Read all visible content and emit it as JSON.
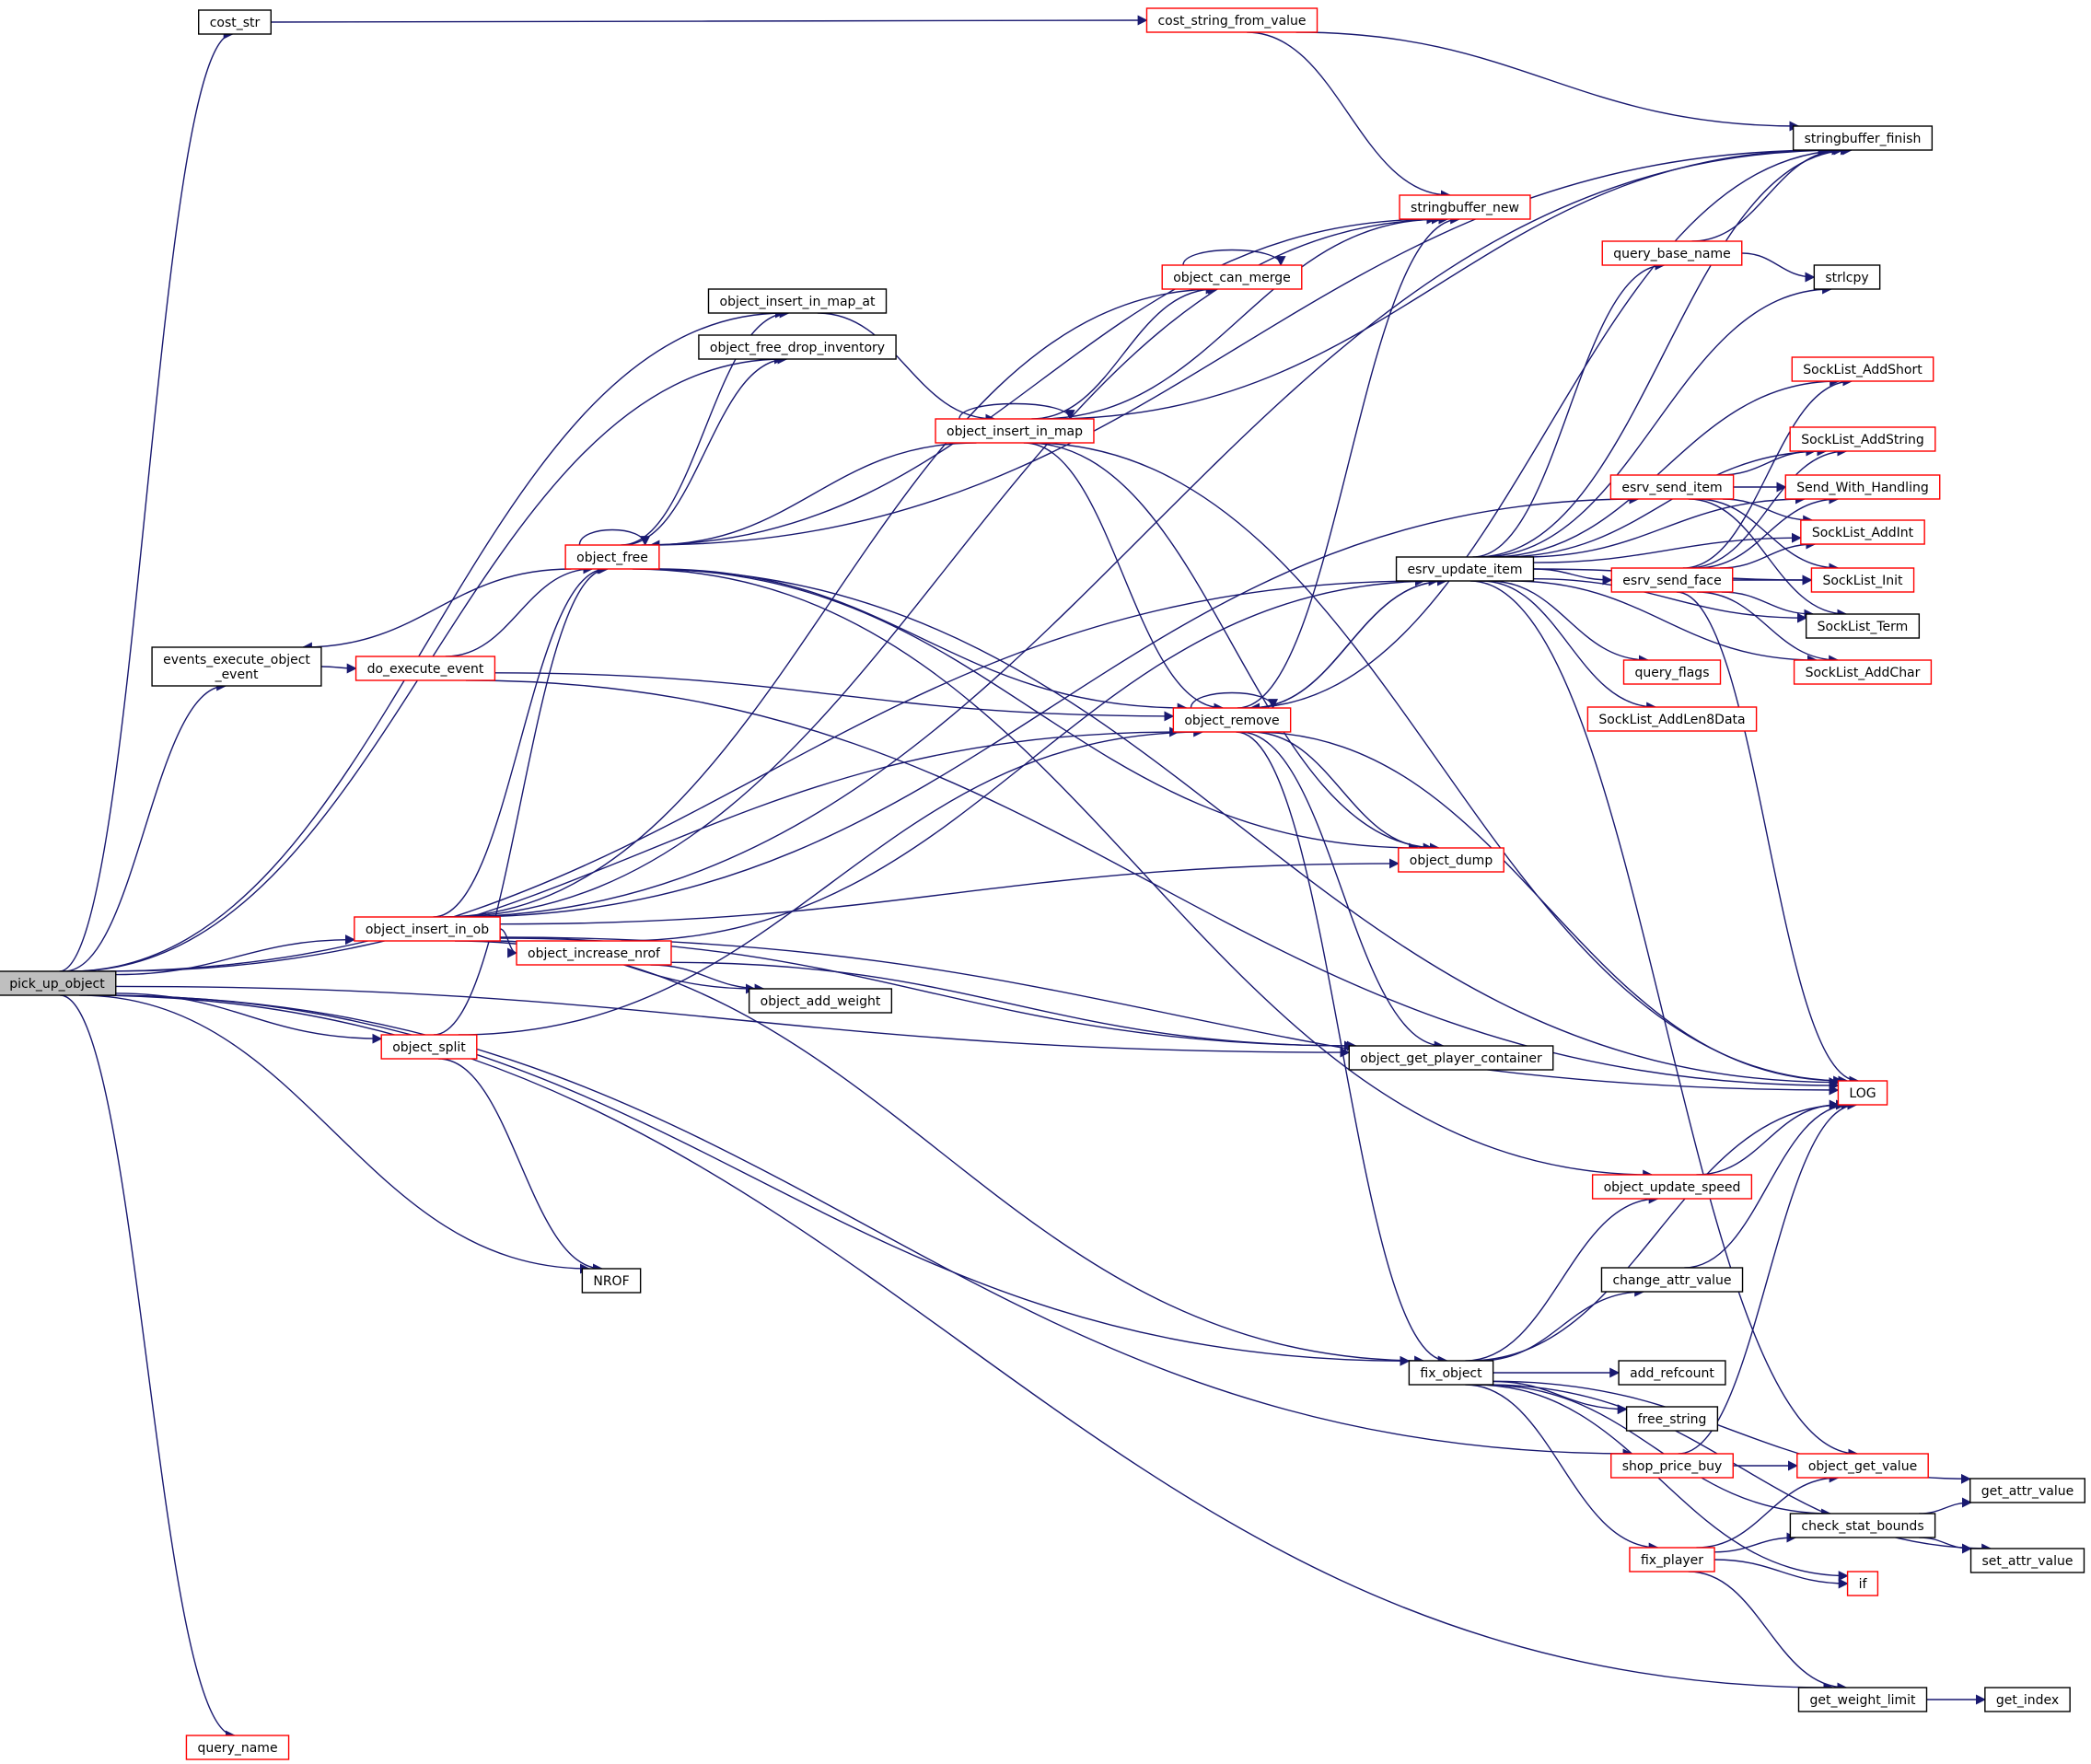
{
  "graph": {
    "root": "pick_up_object",
    "nodes": [
      {
        "id": "pick_up_object",
        "label": "pick_up_object",
        "style": "root"
      },
      {
        "id": "cost_str",
        "label": "cost_str",
        "style": "black"
      },
      {
        "id": "cost_string_from_value",
        "label": "cost_string_from_value",
        "style": "red"
      },
      {
        "id": "stringbuffer_finish",
        "label": "stringbuffer_finish",
        "style": "black"
      },
      {
        "id": "stringbuffer_new",
        "label": "stringbuffer_new",
        "style": "red"
      },
      {
        "id": "events_execute_object_event",
        "label": [
          "events_execute_object",
          "_event"
        ],
        "style": "black"
      },
      {
        "id": "do_execute_event",
        "label": "do_execute_event",
        "style": "red"
      },
      {
        "id": "object_free",
        "label": "object_free",
        "style": "red"
      },
      {
        "id": "object_insert_in_map_at",
        "label": "object_insert_in_map_at",
        "style": "black"
      },
      {
        "id": "object_free_drop_inventory",
        "label": "object_free_drop_inventory",
        "style": "black"
      },
      {
        "id": "object_can_merge",
        "label": "object_can_merge",
        "style": "red"
      },
      {
        "id": "object_insert_in_map",
        "label": "object_insert_in_map",
        "style": "red"
      },
      {
        "id": "object_remove",
        "label": "object_remove",
        "style": "red"
      },
      {
        "id": "object_dump",
        "label": "object_dump",
        "style": "red"
      },
      {
        "id": "object_insert_in_ob",
        "label": "object_insert_in_ob",
        "style": "red"
      },
      {
        "id": "object_increase_nrof",
        "label": "object_increase_nrof",
        "style": "red"
      },
      {
        "id": "object_add_weight",
        "label": "object_add_weight",
        "style": "black"
      },
      {
        "id": "object_split",
        "label": "object_split",
        "style": "red"
      },
      {
        "id": "object_get_player_container",
        "label": "object_get_player_container",
        "style": "black"
      },
      {
        "id": "NROF",
        "label": "NROF",
        "style": "black"
      },
      {
        "id": "esrv_update_item",
        "label": "esrv_update_item",
        "style": "black"
      },
      {
        "id": "query_base_name",
        "label": "query_base_name",
        "style": "red"
      },
      {
        "id": "strlcpy",
        "label": "strlcpy",
        "style": "black"
      },
      {
        "id": "SockList_AddShort",
        "label": "SockList_AddShort",
        "style": "red"
      },
      {
        "id": "SockList_AddString",
        "label": "SockList_AddString",
        "style": "red"
      },
      {
        "id": "esrv_send_item",
        "label": "esrv_send_item",
        "style": "red"
      },
      {
        "id": "Send_With_Handling",
        "label": "Send_With_Handling",
        "style": "red"
      },
      {
        "id": "SockList_AddInt",
        "label": "SockList_AddInt",
        "style": "red"
      },
      {
        "id": "esrv_send_face",
        "label": "esrv_send_face",
        "style": "red"
      },
      {
        "id": "SockList_Init",
        "label": "SockList_Init",
        "style": "red"
      },
      {
        "id": "SockList_Term",
        "label": "SockList_Term",
        "style": "black"
      },
      {
        "id": "SockList_AddChar",
        "label": "SockList_AddChar",
        "style": "red"
      },
      {
        "id": "query_flags",
        "label": "query_flags",
        "style": "red"
      },
      {
        "id": "SockList_AddLen8Data",
        "label": "SockList_AddLen8Data",
        "style": "red"
      },
      {
        "id": "LOG",
        "label": "LOG",
        "style": "red"
      },
      {
        "id": "object_update_speed",
        "label": "object_update_speed",
        "style": "red"
      },
      {
        "id": "change_attr_value",
        "label": "change_attr_value",
        "style": "black"
      },
      {
        "id": "fix_object",
        "label": "fix_object",
        "style": "black"
      },
      {
        "id": "add_refcount",
        "label": "add_refcount",
        "style": "black"
      },
      {
        "id": "free_string",
        "label": "free_string",
        "style": "black"
      },
      {
        "id": "shop_price_buy",
        "label": "shop_price_buy",
        "style": "red"
      },
      {
        "id": "object_get_value",
        "label": "object_get_value",
        "style": "red"
      },
      {
        "id": "get_attr_value",
        "label": "get_attr_value",
        "style": "black"
      },
      {
        "id": "check_stat_bounds",
        "label": "check_stat_bounds",
        "style": "black"
      },
      {
        "id": "set_attr_value",
        "label": "set_attr_value",
        "style": "black"
      },
      {
        "id": "fix_player",
        "label": "fix_player",
        "style": "red"
      },
      {
        "id": "if",
        "label": "if",
        "style": "red"
      },
      {
        "id": "get_weight_limit",
        "label": "get_weight_limit",
        "style": "black"
      },
      {
        "id": "get_index",
        "label": "get_index",
        "style": "black"
      },
      {
        "id": "query_name",
        "label": "query_name",
        "style": "red"
      }
    ],
    "edges": [
      [
        "pick_up_object",
        "cost_str"
      ],
      [
        "pick_up_object",
        "esrv_update_item"
      ],
      [
        "pick_up_object",
        "object_insert_in_map_at"
      ],
      [
        "pick_up_object",
        "object_free_drop_inventory"
      ],
      [
        "pick_up_object",
        "events_execute_object_event"
      ],
      [
        "pick_up_object",
        "object_remove"
      ],
      [
        "pick_up_object",
        "object_insert_in_ob"
      ],
      [
        "pick_up_object",
        "object_split"
      ],
      [
        "pick_up_object",
        "NROF"
      ],
      [
        "pick_up_object",
        "object_get_player_container"
      ],
      [
        "pick_up_object",
        "fix_object"
      ],
      [
        "pick_up_object",
        "shop_price_buy"
      ],
      [
        "pick_up_object",
        "get_weight_limit"
      ],
      [
        "pick_up_object",
        "query_name"
      ],
      [
        "cost_str",
        "cost_string_from_value"
      ],
      [
        "cost_string_from_value",
        "stringbuffer_finish"
      ],
      [
        "cost_string_from_value",
        "stringbuffer_new"
      ],
      [
        "events_execute_object_event",
        "do_execute_event"
      ],
      [
        "do_execute_event",
        "object_free"
      ],
      [
        "do_execute_event",
        "object_remove"
      ],
      [
        "do_execute_event",
        "LOG"
      ],
      [
        "object_free",
        "object_free"
      ],
      [
        "object_free",
        "events_execute_object_event"
      ],
      [
        "object_free",
        "object_insert_in_map_at"
      ],
      [
        "object_free",
        "object_free_drop_inventory"
      ],
      [
        "object_free",
        "object_remove"
      ],
      [
        "object_free",
        "object_dump"
      ],
      [
        "object_free",
        "stringbuffer_new"
      ],
      [
        "object_free",
        "stringbuffer_finish"
      ],
      [
        "object_free",
        "object_update_speed"
      ],
      [
        "object_free",
        "LOG"
      ],
      [
        "object_insert_in_map_at",
        "object_insert_in_map"
      ],
      [
        "object_insert_in_map",
        "object_insert_in_map"
      ],
      [
        "object_insert_in_map",
        "object_can_merge"
      ],
      [
        "object_insert_in_map",
        "object_free"
      ],
      [
        "object_insert_in_map",
        "object_remove"
      ],
      [
        "object_insert_in_map",
        "object_dump"
      ],
      [
        "object_insert_in_map",
        "stringbuffer_new"
      ],
      [
        "object_insert_in_map",
        "stringbuffer_finish"
      ],
      [
        "object_insert_in_map",
        "LOG"
      ],
      [
        "object_can_merge",
        "object_can_merge"
      ],
      [
        "object_remove",
        "object_remove"
      ],
      [
        "object_remove",
        "esrv_update_item"
      ],
      [
        "object_remove",
        "object_dump"
      ],
      [
        "object_remove",
        "stringbuffer_new"
      ],
      [
        "object_remove",
        "stringbuffer_finish"
      ],
      [
        "object_remove",
        "object_get_player_container"
      ],
      [
        "object_remove",
        "fix_object"
      ],
      [
        "object_remove",
        "LOG"
      ],
      [
        "object_insert_in_ob",
        "object_can_merge"
      ],
      [
        "object_insert_in_ob",
        "object_free"
      ],
      [
        "object_insert_in_ob",
        "object_increase_nrof"
      ],
      [
        "object_insert_in_ob",
        "object_add_weight"
      ],
      [
        "object_insert_in_ob",
        "object_dump"
      ],
      [
        "object_insert_in_ob",
        "stringbuffer_new"
      ],
      [
        "object_insert_in_ob",
        "stringbuffer_finish"
      ],
      [
        "object_insert_in_ob",
        "esrv_send_item"
      ],
      [
        "object_insert_in_ob",
        "object_get_player_container"
      ],
      [
        "object_insert_in_ob",
        "fix_object"
      ],
      [
        "object_insert_in_ob",
        "LOG"
      ],
      [
        "object_increase_nrof",
        "esrv_update_item"
      ],
      [
        "object_increase_nrof",
        "object_add_weight"
      ],
      [
        "object_increase_nrof",
        "object_get_player_container"
      ],
      [
        "object_split",
        "object_free"
      ],
      [
        "object_split",
        "object_remove"
      ],
      [
        "object_split",
        "NROF"
      ],
      [
        "esrv_update_item",
        "query_base_name"
      ],
      [
        "esrv_update_item",
        "strlcpy"
      ],
      [
        "esrv_update_item",
        "SockList_AddShort"
      ],
      [
        "esrv_update_item",
        "SockList_AddString"
      ],
      [
        "esrv_update_item",
        "Send_With_Handling"
      ],
      [
        "esrv_update_item",
        "SockList_AddInt"
      ],
      [
        "esrv_update_item",
        "esrv_send_face"
      ],
      [
        "esrv_update_item",
        "SockList_Init"
      ],
      [
        "esrv_update_item",
        "SockList_Term"
      ],
      [
        "esrv_update_item",
        "SockList_AddChar"
      ],
      [
        "esrv_update_item",
        "query_flags"
      ],
      [
        "esrv_update_item",
        "SockList_AddLen8Data"
      ],
      [
        "esrv_update_item",
        "object_remove"
      ],
      [
        "esrv_update_item",
        "object_get_value"
      ],
      [
        "esrv_update_item",
        "stringbuffer_finish"
      ],
      [
        "query_base_name",
        "strlcpy"
      ],
      [
        "query_base_name",
        "stringbuffer_finish"
      ],
      [
        "esrv_send_item",
        "Send_With_Handling"
      ],
      [
        "esrv_send_item",
        "SockList_AddString"
      ],
      [
        "esrv_send_item",
        "SockList_AddInt"
      ],
      [
        "esrv_send_item",
        "SockList_Init"
      ],
      [
        "esrv_send_item",
        "SockList_Term"
      ],
      [
        "esrv_send_face",
        "SockList_AddShort"
      ],
      [
        "esrv_send_face",
        "SockList_AddString"
      ],
      [
        "esrv_send_face",
        "Send_With_Handling"
      ],
      [
        "esrv_send_face",
        "SockList_AddInt"
      ],
      [
        "esrv_send_face",
        "SockList_Init"
      ],
      [
        "esrv_send_face",
        "SockList_Term"
      ],
      [
        "esrv_send_face",
        "SockList_AddChar"
      ],
      [
        "esrv_send_face",
        "LOG"
      ],
      [
        "object_update_speed",
        "LOG"
      ],
      [
        "change_attr_value",
        "LOG"
      ],
      [
        "fix_object",
        "object_update_speed"
      ],
      [
        "fix_object",
        "change_attr_value"
      ],
      [
        "fix_object",
        "add_refcount"
      ],
      [
        "fix_object",
        "free_string"
      ],
      [
        "fix_object",
        "get_attr_value"
      ],
      [
        "fix_object",
        "check_stat_bounds"
      ],
      [
        "fix_object",
        "fix_player"
      ],
      [
        "fix_object",
        "if"
      ],
      [
        "fix_object",
        "set_attr_value"
      ],
      [
        "fix_object",
        "LOG"
      ],
      [
        "shop_price_buy",
        "object_get_value"
      ],
      [
        "shop_price_buy",
        "LOG"
      ],
      [
        "check_stat_bounds",
        "get_attr_value"
      ],
      [
        "check_stat_bounds",
        "set_attr_value"
      ],
      [
        "fix_player",
        "object_get_value"
      ],
      [
        "fix_player",
        "check_stat_bounds"
      ],
      [
        "fix_player",
        "if"
      ],
      [
        "fix_player",
        "get_weight_limit"
      ],
      [
        "get_weight_limit",
        "get_index"
      ]
    ]
  }
}
